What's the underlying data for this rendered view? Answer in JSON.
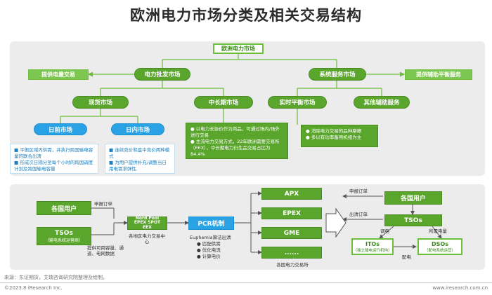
{
  "title": "欧洲电力市场分类及相关交易结构",
  "top": {
    "root": "欧洲电力市场",
    "wholesale": "电力批发市场",
    "system_service": "系统服务市场",
    "left_side": "提供电量交易",
    "right_side": "提供辅助平衡服务",
    "spot": "现货市场",
    "mid_long": "中长期市场",
    "realtime": "实时平衡市场",
    "other_aux": "其他辅助服务",
    "day_ahead": "日前市场",
    "intraday": "日内市场",
    "day_ahead_notes": [
      "平衡区域内供需，并执行跨国输电容量的联合出清",
      "形成次日隔分至每个小时的跨国调度计划及跨国输电容量"
    ],
    "intraday_notes": [
      "连续竞价和盘中竞价两种模式",
      "为用户提供补充/调整当日用电需求弹性"
    ],
    "mid_long_notes": [
      "以电力长协价作为商品，可通过场内/场外进行交易",
      "主流电力交易方式，22年欧洲需要交易所（EEX），中长期电力衍生品交易占比为84.4%"
    ],
    "realtime_notes": [
      "消除电力交易的品种摩擦",
      "多以有功率备用机组为主"
    ]
  },
  "bottom": {
    "users": "各国用户",
    "tsos": "TSOs",
    "tsos_sub": "（输电系统运营商）",
    "nordpool": [
      "Nord Pool",
      "EPEX SPOT",
      "EEX"
    ],
    "nordpool_caption": "各地区电力交易中心",
    "pcr": "PCR机制",
    "euphemia_title": "Euphemia算法出清",
    "euphemia_items": [
      "匹配供需",
      "优化电流",
      "计算电价"
    ],
    "exchanges": [
      "APX",
      "EPEX",
      "GME",
      "......"
    ],
    "exchanges_caption": "各国电力交易所",
    "label_order_in": "申报订单",
    "label_capacity": "提供可用容量、通道、电网数据",
    "label_order_right": "申报订单",
    "label_clear": "出清订单",
    "r_users": "各国用户",
    "r_tsos": "TSOs",
    "r_itos": "ITOs",
    "r_itos_sub": "（独立输电运行机构）",
    "r_dsos": "DSOs",
    "r_dsos_sub": "（配电系统运营）",
    "label_dispatch": "调电",
    "label_need": "所需电量",
    "label_dist": "配电"
  },
  "footer": {
    "source": "来源：东证期货，艾瑞咨询研究院整理及绘制。",
    "copyright": "©2023.8 iResearch Inc.",
    "site": "www.iresearch.com.cn"
  },
  "colors": {
    "green": "#5aa62c",
    "green_light": "#6bbf3a",
    "blue": "#29a3e6",
    "panel": "#ececec"
  }
}
